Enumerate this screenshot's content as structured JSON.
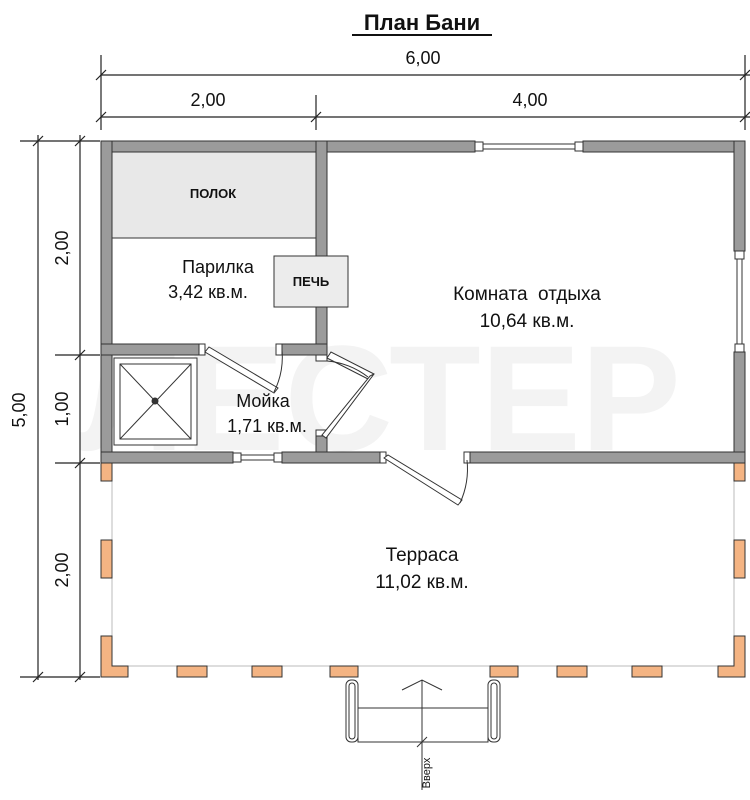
{
  "title": "План Бани",
  "dimensions": {
    "total_width": "6,00",
    "left_width": "2,00",
    "right_width": "4,00",
    "total_depth": "5,00",
    "depth_top": "2,00",
    "depth_middle": "1,00",
    "depth_bottom": "2,00"
  },
  "rooms": {
    "polok": "ПОЛОК",
    "pech": "ПЕЧЬ",
    "parilka_name": "Парилка",
    "parilka_area": "3,42 кв.м.",
    "komnata_name": "Комната  отдыха",
    "komnata_area": "10,64 кв.м.",
    "moika_name": "Мойка",
    "moika_area": "1,71 кв.м.",
    "terrasa_name": "Терраса",
    "terrasa_area": "11,02 кв.м."
  },
  "stair_label": "Вверх",
  "colors": {
    "wall": "#9b9b9b",
    "wall_stroke": "#333333",
    "post": "#f4b483",
    "shelf": "#e8e8e8",
    "watermark": "#f2f2f2"
  }
}
